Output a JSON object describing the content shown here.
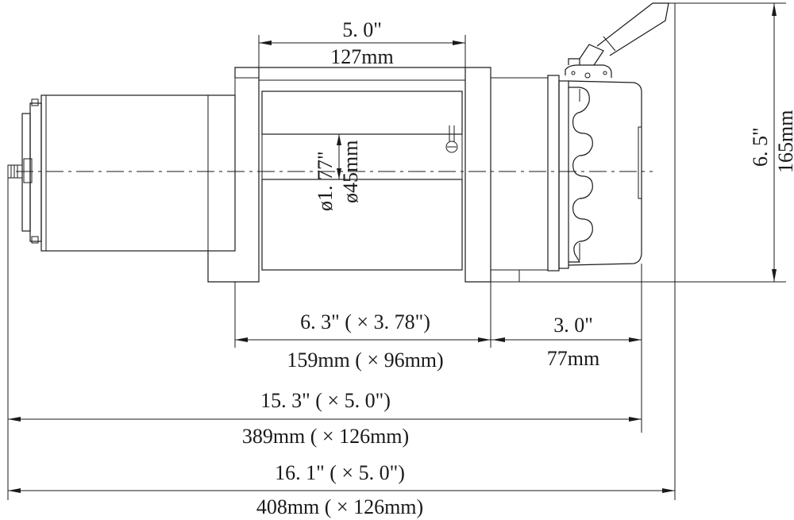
{
  "dimensions": {
    "drum_length_in": "5. 0\"",
    "drum_length_mm": "127mm",
    "drum_dia_in": "ø1. 77\"",
    "drum_dia_mm": "ø45mm",
    "height_in": "6. 5\"",
    "height_mm": "165mm",
    "motor_in": "6. 3\" ( × 3. 78\")",
    "motor_mm": "159mm ( × 96mm)",
    "gearbox_in": "3. 0\"",
    "gearbox_mm": "77mm",
    "overall1_in": "15. 3\" ( × 5. 0\")",
    "overall1_mm": "389mm ( × 126mm)",
    "overall2_in": "16. 1\" ( × 5. 0\")",
    "overall2_mm": "408mm ( × 126mm)"
  }
}
